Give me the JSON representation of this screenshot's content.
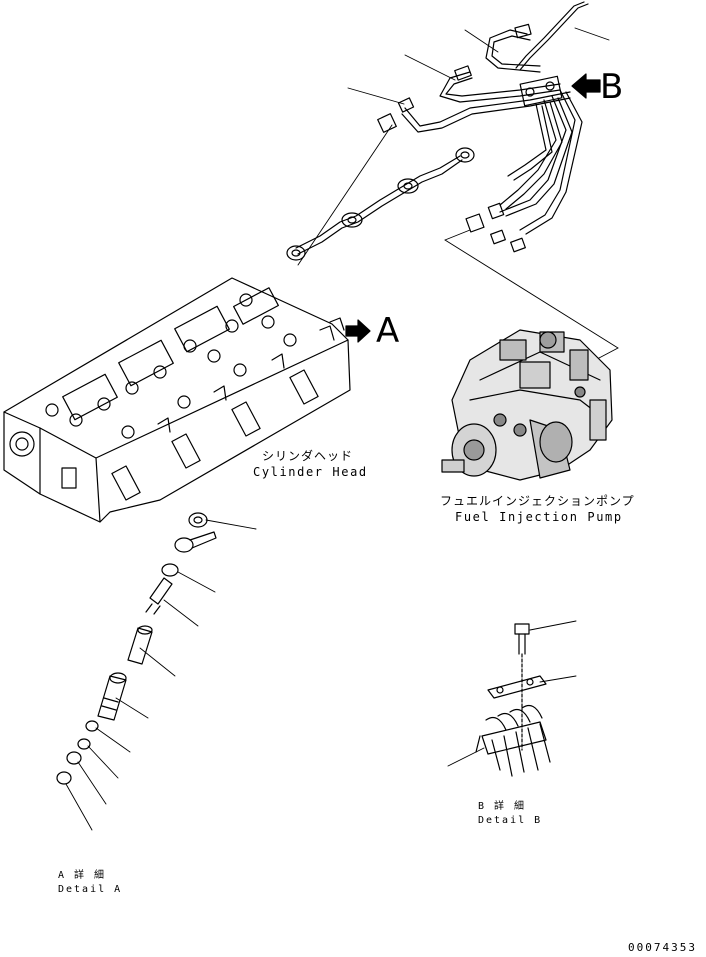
{
  "callouts": {
    "a_letter": "A",
    "b_letter": "B"
  },
  "parts": {
    "cylinder_head": {
      "jp": "シリンダヘッド",
      "en": "Cylinder Head"
    },
    "injection_pump": {
      "jp": "フュエルインジェクションポンプ",
      "en": "Fuel Injection Pump"
    }
  },
  "details": {
    "a": {
      "jp": "A 詳 細",
      "en": "Detail A"
    },
    "b": {
      "jp": "B 詳 細",
      "en": "Detail B"
    }
  },
  "drawing_number": "00074353"
}
